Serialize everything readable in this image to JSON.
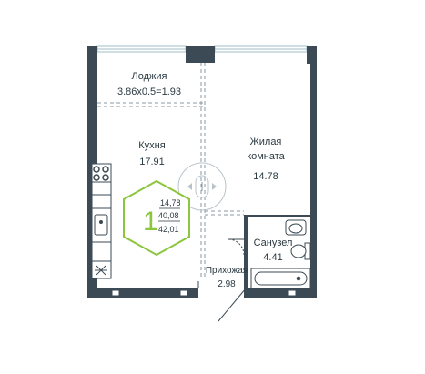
{
  "plan": {
    "rooms": [
      {
        "name": "Лоджия",
        "area": "3.86x0.5=1.93"
      },
      {
        "name": "Кухня",
        "area": "17.91"
      },
      {
        "name": "Жилая",
        "name2": "комната",
        "area": "14.78"
      },
      {
        "name": "Санузел",
        "area": "4.41"
      },
      {
        "name": "Прихожая",
        "area": "2.98"
      }
    ],
    "badge": {
      "rooms": "1",
      "living_area": "14,78",
      "total_area": "40,08",
      "kitchen_area": "42,01"
    },
    "colors": {
      "wall": "#3b4a54",
      "accent": "#8cc63f",
      "window": "#bfd8e0",
      "dash": "#8a99a3"
    },
    "icons": [
      "compass-icon",
      "stove-icon",
      "sink-icon",
      "toilet-icon",
      "bathtub-icon",
      "washbasin-icon"
    ]
  }
}
